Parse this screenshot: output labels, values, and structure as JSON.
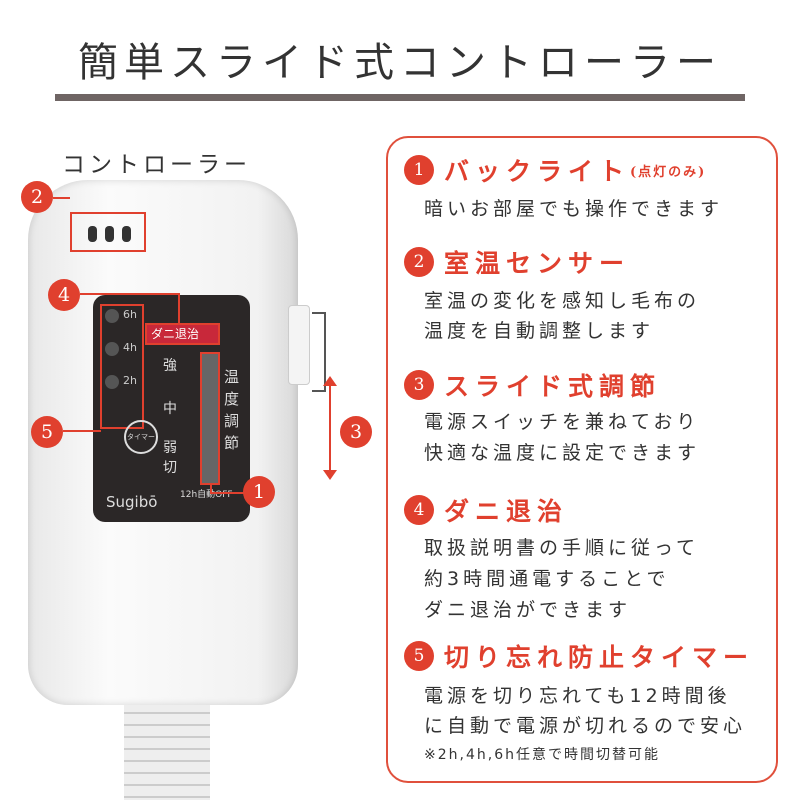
{
  "title": "簡単スライド式コントローラー",
  "controller_label": "コントローラー",
  "device": {
    "leds": [
      "6h",
      "4h",
      "2h"
    ],
    "dani_label": "ダニ退治",
    "levels": [
      "強",
      "中",
      "弱",
      "切"
    ],
    "vertical_label": "温度調節",
    "timer_button": "タイマー",
    "brand": "Sugibō",
    "auto_off": "12h自動OFF"
  },
  "callouts": [
    "1",
    "2",
    "3",
    "4",
    "5"
  ],
  "features": [
    {
      "num": "1",
      "title": "バックライト",
      "suffix": "(点灯のみ)",
      "lines": [
        "暗いお部屋でも操作できます"
      ]
    },
    {
      "num": "2",
      "title": "室温センサー",
      "lines": [
        "室温の変化を感知し毛布の",
        "温度を自動調整します"
      ]
    },
    {
      "num": "3",
      "title": "スライド式調節",
      "lines": [
        "電源スイッチを兼ねており",
        "快適な温度に設定できます"
      ]
    },
    {
      "num": "4",
      "title": "ダニ退治",
      "lines": [
        "取扱説明書の手順に従って",
        "約3時間通電することで",
        "ダニ退治ができます"
      ]
    },
    {
      "num": "5",
      "title": "切り忘れ防止タイマー",
      "lines": [
        "電源を切り忘れても12時間後",
        "に自動で電源が切れるので安心"
      ],
      "note": "※2h,4h,6h任意で時間切替可能"
    }
  ],
  "colors": {
    "accent": "#e0402e",
    "bar": "#6f6564"
  }
}
